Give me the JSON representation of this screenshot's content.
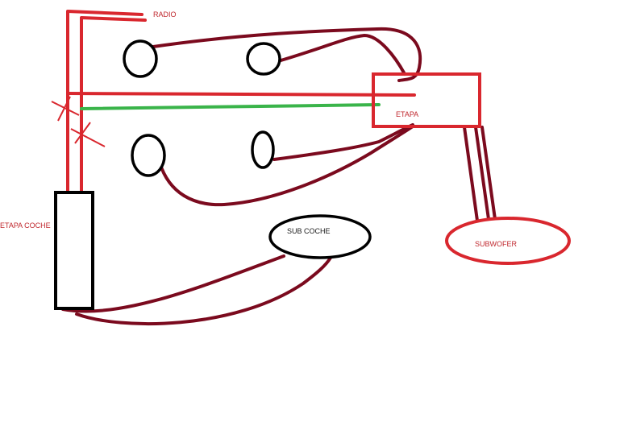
{
  "labels": {
    "radio": "RADIO",
    "etapa": "ETAPA",
    "etapa_coche": "ETAPA COCHE",
    "sub_coche": "SUB COCHE",
    "subwofer": "SUBWOFER"
  },
  "colors": {
    "red": "#d9272e",
    "green": "#3ab44a",
    "dark_red": "#7b0a1e",
    "black": "#000000",
    "label_red": "#c0282e",
    "label_black": "#1a1a1a"
  }
}
